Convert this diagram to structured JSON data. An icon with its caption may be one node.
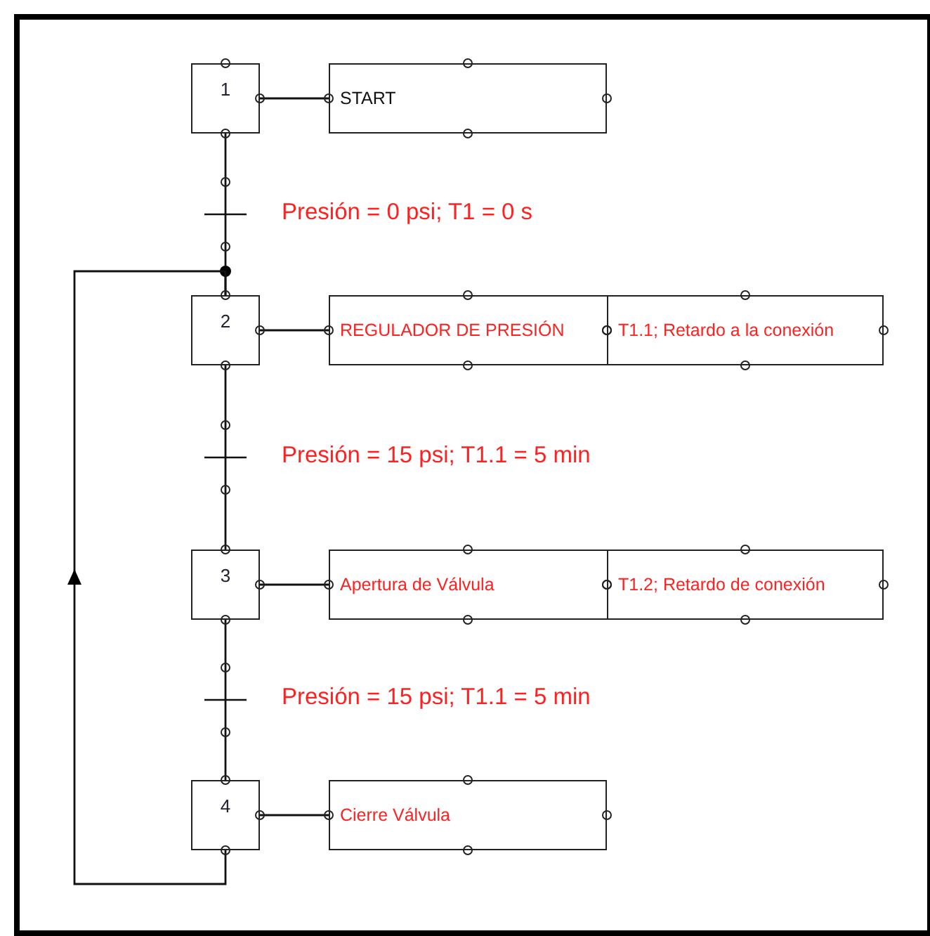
{
  "diagram": {
    "nodes": [
      {
        "text": [
          "1"
        ]
      },
      {
        "text": [
          "START"
        ]
      },
      {
        "text": [
          "2"
        ]
      },
      {
        "text": [
          "REGULADOR DE PRESIÓN"
        ]
      },
      {
        "text": [
          "T1.1; Retardo a la conexión"
        ]
      },
      {
        "text": [
          "3"
        ]
      },
      {
        "text": [
          "Apertura de Válvula"
        ]
      },
      {
        "text": [
          "T1.2; Retardo de conexión"
        ]
      },
      {
        "text": [
          "4"
        ]
      },
      {
        "text": [
          "Cierre Válvula"
        ]
      }
    ],
    "edges": [
      {
        "from": 0,
        "to": 1,
        "arrow": "none"
      },
      {
        "from": 0,
        "to": 2,
        "arrow": "none",
        "label": "Presión = 0 psi; T1 = 0 s"
      },
      {
        "from": 2,
        "to": 3,
        "arrow": "none"
      },
      {
        "from": 2,
        "to": 5,
        "arrow": "none",
        "label": "Presión = 15 psi; T1.1 = 5 min"
      },
      {
        "from": 5,
        "to": 6,
        "arrow": "none"
      },
      {
        "from": 5,
        "to": 8,
        "arrow": "none",
        "label": "Presión = 15 psi; T1.1 = 5 min"
      },
      {
        "from": 8,
        "to": 9,
        "arrow": "none"
      },
      {
        "from": 8,
        "to": 2,
        "arrow": "to"
      }
    ]
  }
}
